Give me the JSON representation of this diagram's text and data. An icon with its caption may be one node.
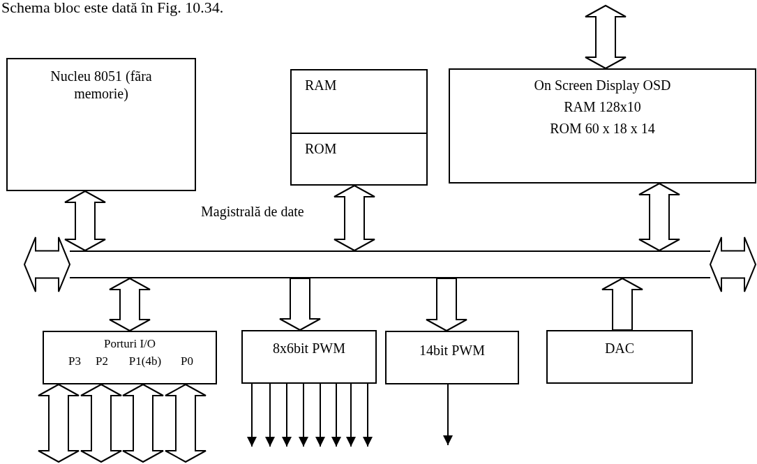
{
  "diagram": {
    "nodes": [
      {
        "text": [
          "Nucleu 8051 (fãra memorie)"
        ]
      },
      {
        "text": [
          "RAM",
          "ROM"
        ]
      },
      {
        "text": [
          "On Screen Display OSD",
          "RAM 128x10",
          "ROM 60 x 18 x 14"
        ]
      },
      {
        "text": [],
        "shape": "bar"
      },
      {
        "text": [
          "Porturi I/O",
          "P3",
          "P2",
          "P1(4b)",
          "P0"
        ]
      },
      {
        "text": [
          "8x6bit PWM"
        ]
      },
      {
        "text": [
          "14bit PWM"
        ]
      },
      {
        "text": [
          "DAC"
        ]
      }
    ],
    "edges": [
      {
        "from": 0,
        "to": 3,
        "arrow": "both",
        "style": "thick"
      },
      {
        "from": 1,
        "to": 3,
        "arrow": "both",
        "style": "thick"
      },
      {
        "from": null,
        "to": 2,
        "arrow": "both",
        "style": "thick"
      },
      {
        "from": 2,
        "to": 3,
        "arrow": "both",
        "style": "thick"
      },
      {
        "from": 3,
        "to": null,
        "arrow": "both",
        "style": "thick"
      },
      {
        "from": 3,
        "to": null,
        "arrow": "both",
        "style": "thick"
      },
      {
        "from": 3,
        "to": 4,
        "arrow": "both",
        "style": "thick"
      },
      {
        "from": 3,
        "to": 5,
        "arrow": "to",
        "style": "thick"
      },
      {
        "from": 3,
        "to": 6,
        "arrow": "to",
        "style": "thick"
      },
      {
        "from": 7,
        "to": 3,
        "arrow": "to",
        "style": "thick"
      },
      {
        "from": 4,
        "to": null,
        "arrow": "both",
        "style": "thick"
      },
      {
        "from": 4,
        "to": null,
        "arrow": "both",
        "style": "thick"
      },
      {
        "from": 4,
        "to": null,
        "arrow": "both",
        "style": "thick"
      },
      {
        "from": 4,
        "to": null,
        "arrow": "both",
        "style": "thick"
      },
      {
        "from": 5,
        "to": null,
        "arrow": "to"
      },
      {
        "from": 5,
        "to": null,
        "arrow": "to"
      },
      {
        "from": 5,
        "to": null,
        "arrow": "to"
      },
      {
        "from": 5,
        "to": null,
        "arrow": "to"
      },
      {
        "from": 5,
        "to": null,
        "arrow": "to"
      },
      {
        "from": 5,
        "to": null,
        "arrow": "to"
      },
      {
        "from": 5,
        "to": null,
        "arrow": "to"
      },
      {
        "from": 5,
        "to": null,
        "arrow": "to"
      },
      {
        "from": 6,
        "to": null,
        "arrow": "to"
      }
    ],
    "labels": [
      "Schema bloc este dată în Fig. 10.34.",
      "Magistrală de date"
    ]
  }
}
